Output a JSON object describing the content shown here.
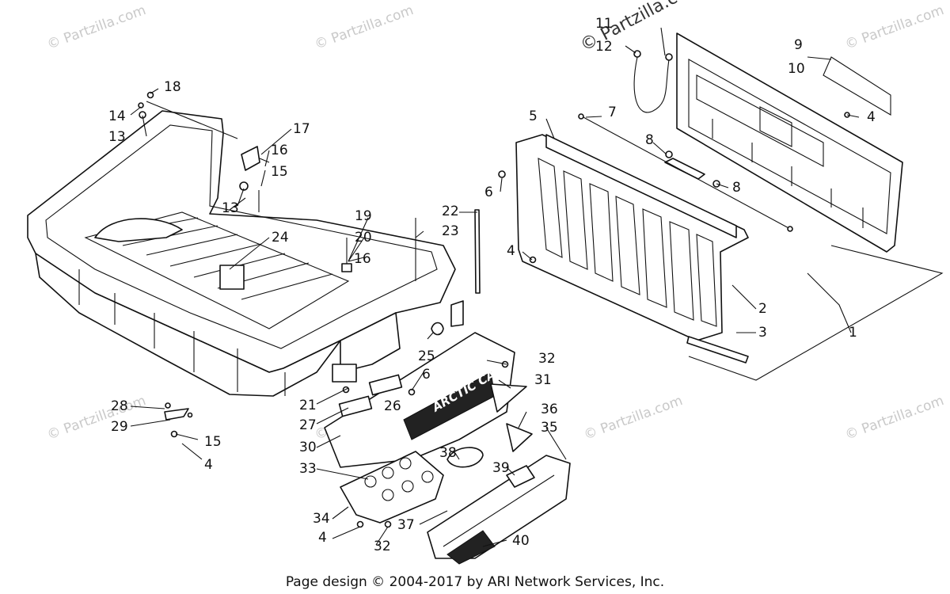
{
  "callouts": {
    "c1": "1",
    "c2": "2",
    "c3": "3",
    "c4a": "4",
    "c4b": "4",
    "c4c": "4",
    "c4d": "4",
    "c5": "5",
    "c6a": "6",
    "c6b": "6",
    "c7": "7",
    "c8a": "8",
    "c8b": "8",
    "c9": "9",
    "c10": "10",
    "c11": "11",
    "c12": "12",
    "c13a": "13",
    "c13b": "13",
    "c14": "14",
    "c15a": "15",
    "c15b": "15",
    "c16a": "16",
    "c16b": "16",
    "c17": "17",
    "c18": "18",
    "c19": "19",
    "c20": "20",
    "c21": "21",
    "c22": "22",
    "c23": "23",
    "c24": "24",
    "c25": "25",
    "c26": "26",
    "c27": "27",
    "c28": "28",
    "c29": "29",
    "c30": "30",
    "c31": "31",
    "c32a": "32",
    "c32b": "32",
    "c33": "33",
    "c34": "34",
    "c35": "35",
    "c36": "36",
    "c37": "37",
    "c38": "38",
    "c39": "39",
    "c40": "40"
  },
  "decal_text": "ARCTIC CAT",
  "watermark": "© Partzilla.com",
  "footer": "Page design © 2004-2017 by ARI Network Services, Inc."
}
